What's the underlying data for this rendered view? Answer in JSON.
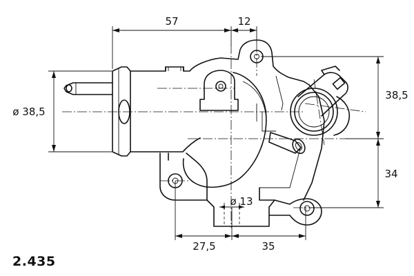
{
  "dimensions": {
    "top_left": "57",
    "top_right": "12",
    "right_upper": "38,5",
    "right_lower": "34",
    "left_diameter": "ø 38,5",
    "bottom_diameter": "ø 13",
    "bottom_left": "27,5",
    "bottom_right": "35"
  },
  "part_number": "2.435"
}
